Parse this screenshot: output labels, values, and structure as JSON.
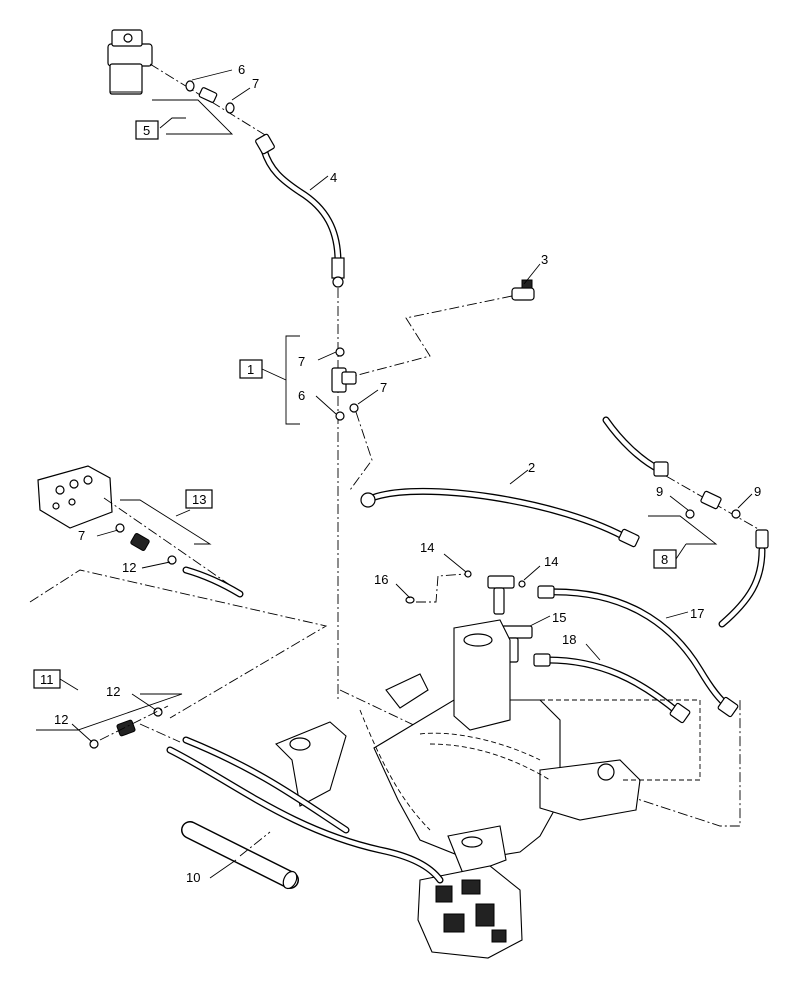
{
  "callouts": [
    {
      "id": "c2",
      "label": "2"
    },
    {
      "id": "c3",
      "label": "3"
    },
    {
      "id": "c4",
      "label": "4"
    },
    {
      "id": "c6a",
      "label": "6"
    },
    {
      "id": "c6b",
      "label": "6"
    },
    {
      "id": "c7a",
      "label": "7"
    },
    {
      "id": "c7b",
      "label": "7"
    },
    {
      "id": "c7c",
      "label": "7"
    },
    {
      "id": "c7d",
      "label": "7"
    },
    {
      "id": "c9a",
      "label": "9"
    },
    {
      "id": "c9b",
      "label": "9"
    },
    {
      "id": "c10",
      "label": "10"
    },
    {
      "id": "c12a",
      "label": "12"
    },
    {
      "id": "c12b",
      "label": "12"
    },
    {
      "id": "c12c",
      "label": "12"
    },
    {
      "id": "c14a",
      "label": "14"
    },
    {
      "id": "c14b",
      "label": "14"
    },
    {
      "id": "c15",
      "label": "15"
    },
    {
      "id": "c16",
      "label": "16"
    },
    {
      "id": "c17",
      "label": "17"
    },
    {
      "id": "c18",
      "label": "18"
    }
  ],
  "boxes": [
    {
      "id": "b1",
      "label": "1"
    },
    {
      "id": "b5",
      "label": "5"
    },
    {
      "id": "b8",
      "label": "8"
    },
    {
      "id": "b11",
      "label": "11"
    },
    {
      "id": "b13",
      "label": "13"
    }
  ]
}
